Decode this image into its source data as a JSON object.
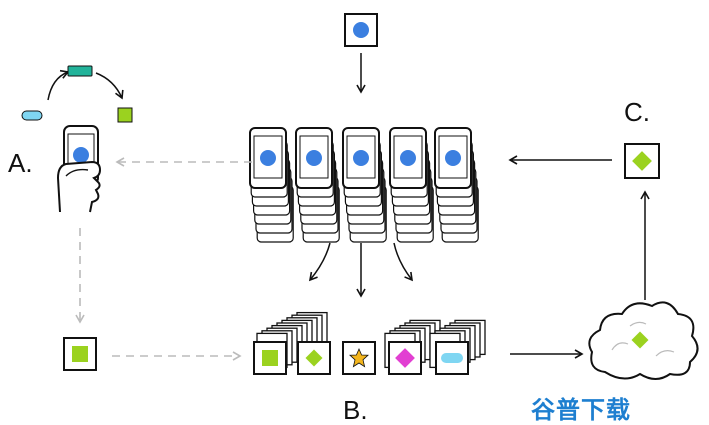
{
  "labels": {
    "a": "A.",
    "b": "B.",
    "c": "C."
  },
  "watermark": "谷普下载",
  "colors": {
    "stroke": "#111111",
    "phone_dot": "#3b7fe0",
    "lime": "#9bd21f",
    "teal": "#22b39a",
    "sky": "#7fd6f2",
    "star": "#f3b51c",
    "magenta": "#e23fd2",
    "dashed": "#bbbbbb",
    "watermark": "#1e7fd0"
  },
  "icons": [
    "phone-icon",
    "hand-icon",
    "cloud-icon",
    "star-icon",
    "diamond-icon",
    "square-icon",
    "pill-icon"
  ]
}
